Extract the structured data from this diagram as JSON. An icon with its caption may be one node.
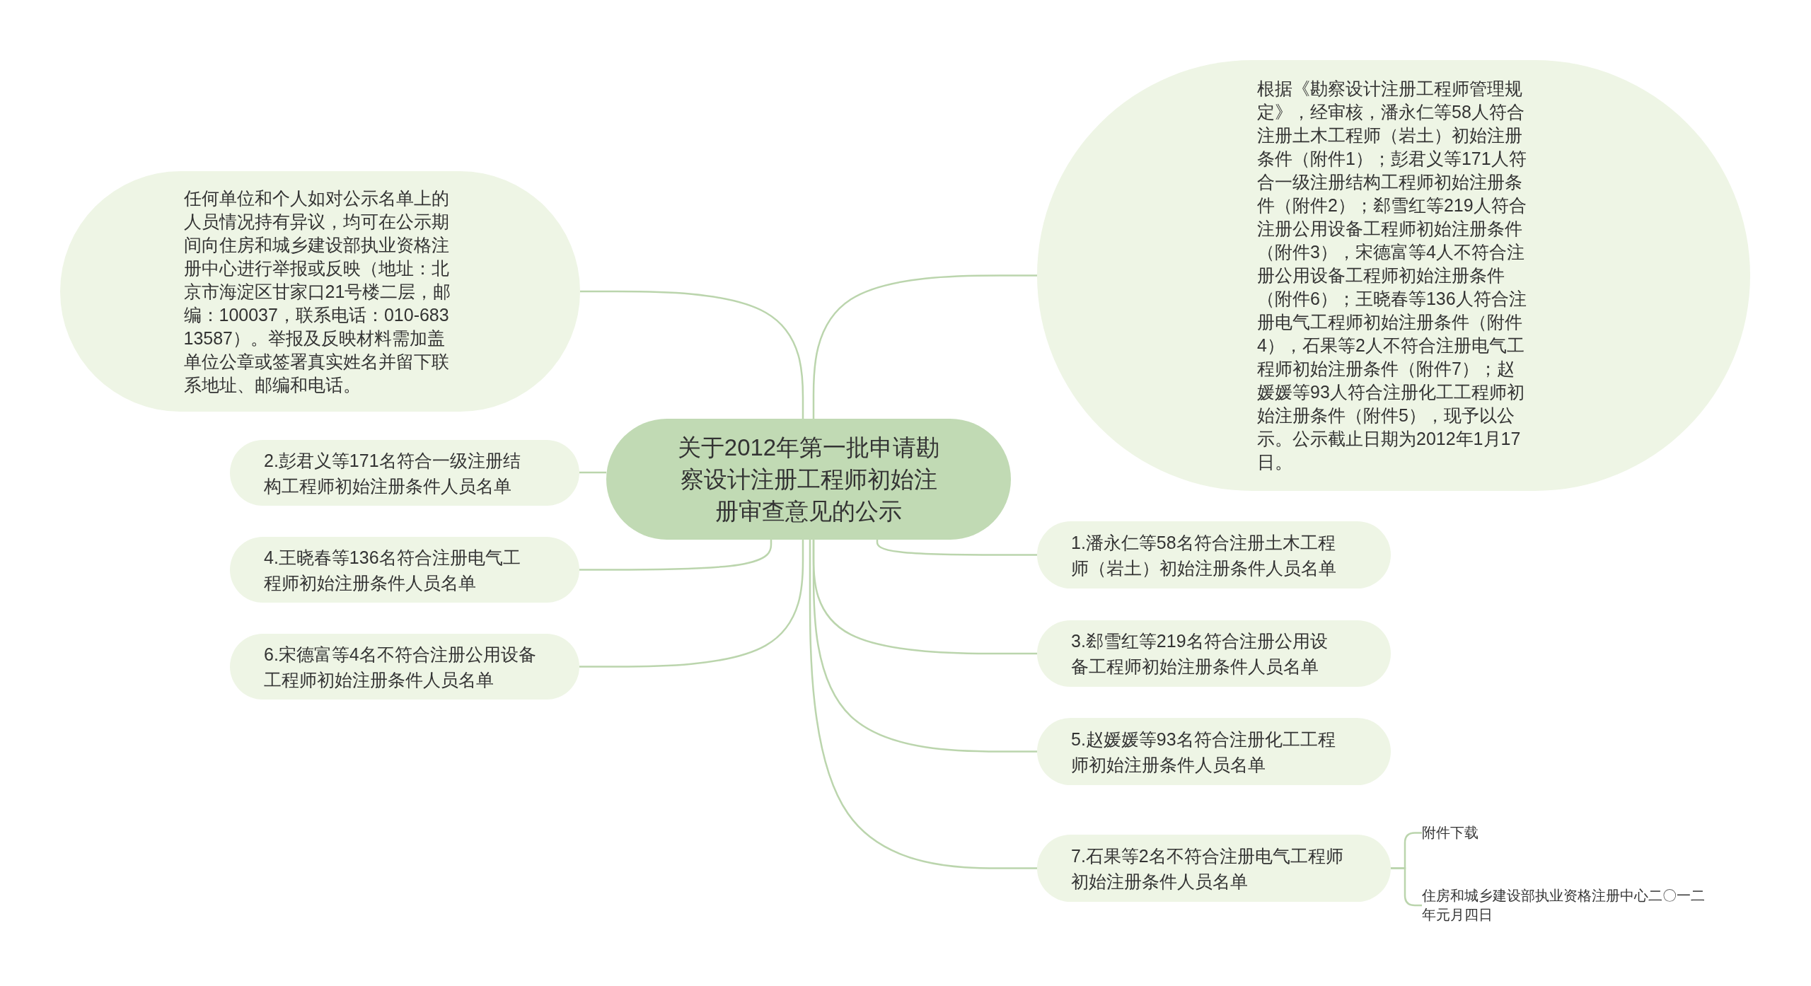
{
  "diagram": {
    "nodes": [
      {
        "text": [
          "关于2012年第一批申请勘察设计注册工程师初始注册审查意见的公示"
        ]
      },
      {
        "text": [
          "任何单位和个人如对公示名单上的人员情况持有异议，均可在公示期间向住房和城乡建设部执业资格注册中心进行举报或反映（地址：北京市海淀区甘家口21号楼二层，邮编：100037，联系电话：010-68313587）。举报及反映材料需加盖单位公章或签署真实姓名并留下联系地址、邮编和电话。"
        ]
      },
      {
        "text": [
          "根据《勘察设计注册工程师管理规定》，经审核，潘永仁等58人符合注册土木工程师（岩土）初始注册条件（附件1）；彭君义等171人符合一级注册结构工程师初始注册条件（附件2）；郄雪红等219人符合注册公用设备工程师初始注册条件（附件3），宋德富等4人不符合注册公用设备工程师初始注册条件（附件6）；王晓春等136人符合注册电气工程师初始注册条件（附件4），石果等2人不符合注册电气工程师初始注册条件（附件7）；赵媛媛等93人符合注册化工工程师初始注册条件（附件5），现予以公示。公示截止日期为2012年1月17日。"
        ]
      },
      {
        "text": [
          "2.彭君义等171名符合一级注册结构工程师初始注册条件人员名单"
        ]
      },
      {
        "text": [
          "4.王晓春等136名符合注册电气工程师初始注册条件人员名单"
        ]
      },
      {
        "text": [
          "6.宋德富等4名不符合注册公用设备工程师初始注册条件人员名单"
        ]
      },
      {
        "text": [
          "1.潘永仁等58名符合注册土木工程师（岩土）初始注册条件人员名单"
        ]
      },
      {
        "text": [
          "3.郄雪红等219名符合注册公用设备工程师初始注册条件人员名单"
        ]
      },
      {
        "text": [
          "5.赵媛媛等93名符合注册化工工程师初始注册条件人员名单"
        ]
      },
      {
        "text": [
          "7.石果等2名不符合注册电气工程师初始注册条件人员名单"
        ]
      },
      {
        "text": [
          "附件下载"
        ]
      },
      {
        "text": [
          "住房和城乡建设部执业资格注册中心二〇一二年元月四日"
        ]
      }
    ],
    "edges": [
      {
        "from": 0,
        "to": 1,
        "arrow": "none"
      },
      {
        "from": 0,
        "to": 2,
        "arrow": "none"
      },
      {
        "from": 0,
        "to": 3,
        "arrow": "none"
      },
      {
        "from": 0,
        "to": 4,
        "arrow": "none"
      },
      {
        "from": 0,
        "to": 5,
        "arrow": "none"
      },
      {
        "from": 0,
        "to": 6,
        "arrow": "none"
      },
      {
        "from": 0,
        "to": 7,
        "arrow": "none"
      },
      {
        "from": 0,
        "to": 8,
        "arrow": "none"
      },
      {
        "from": 0,
        "to": 9,
        "arrow": "none"
      },
      {
        "from": 9,
        "to": 10,
        "arrow": "none"
      },
      {
        "from": 9,
        "to": 11,
        "arrow": "none"
      }
    ]
  }
}
